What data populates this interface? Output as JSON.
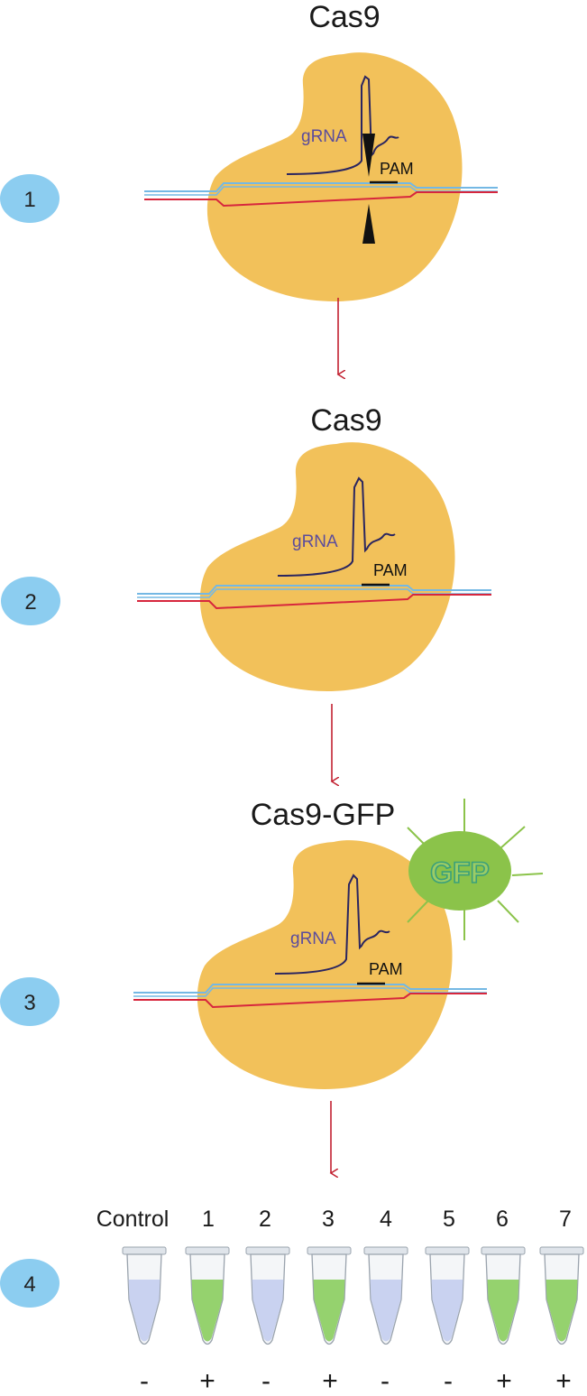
{
  "steps": [
    {
      "number": "1",
      "enzyme_label": "Cas9",
      "guide_label": "gRNA",
      "pam_label": "PAM",
      "cut_marks": true
    },
    {
      "number": "2",
      "enzyme_label": "Cas9",
      "guide_label": "gRNA",
      "pam_label": "PAM",
      "cut_marks": false
    },
    {
      "number": "3",
      "enzyme_label": "Cas9-GFP",
      "guide_label": "gRNA",
      "pam_label": "PAM",
      "cut_marks": false,
      "fusion_tag": "GFP"
    }
  ],
  "step4": {
    "number": "4",
    "tubes": [
      {
        "label": "Control",
        "result": "-",
        "fluorescent": false
      },
      {
        "label": "1",
        "result": "+",
        "fluorescent": true
      },
      {
        "label": "2",
        "result": "-",
        "fluorescent": false
      },
      {
        "label": "3",
        "result": "+",
        "fluorescent": true
      },
      {
        "label": "4",
        "result": "-",
        "fluorescent": false
      },
      {
        "label": "5",
        "result": "-",
        "fluorescent": false
      },
      {
        "label": "6",
        "result": "+",
        "fluorescent": true
      },
      {
        "label": "7",
        "result": "+",
        "fluorescent": true
      }
    ]
  },
  "colors": {
    "enzyme": "#f2c15a",
    "guide_rna": "#2a2560",
    "guide_text": "#5b4c9c",
    "dna_top_strand": "#74b8e4",
    "dna_bottom_strand": "#d7263d",
    "arrow": "#c22030",
    "step_badge": "#8ccdf0",
    "gfp": "#8bc34a",
    "gfp_rays": "#8bc34a",
    "gfp_text": "#3aa07a",
    "tube_fluorescent": "#8fd066",
    "tube_negative": "#c6d0ef"
  }
}
